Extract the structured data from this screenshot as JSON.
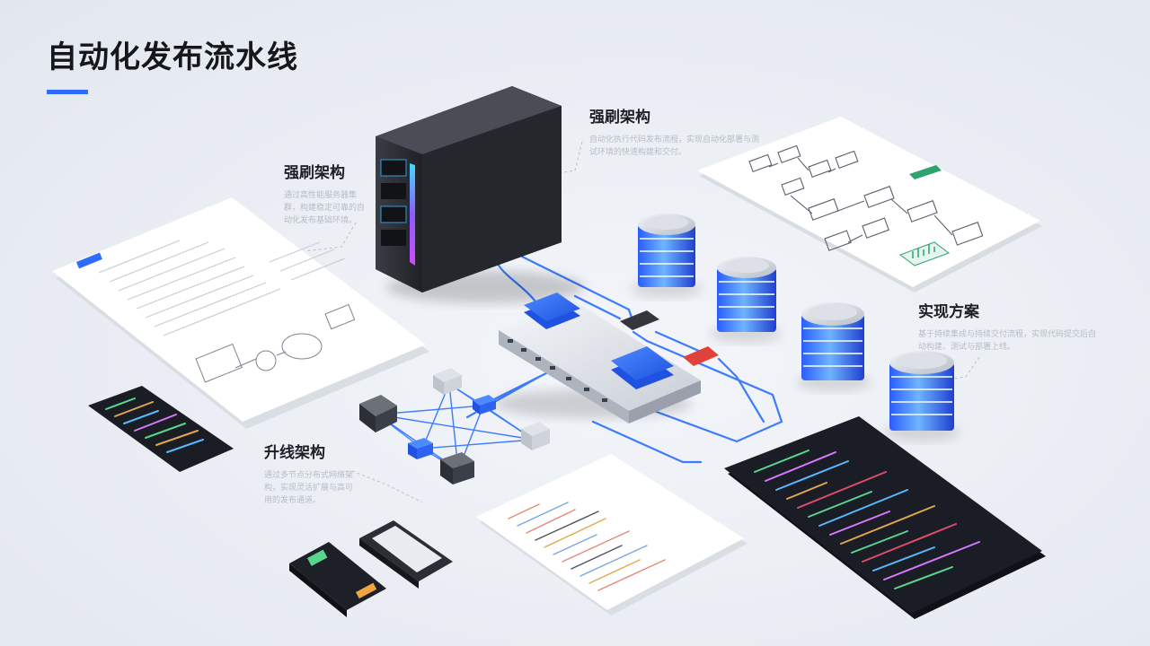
{
  "page": {
    "title": "自动化发布流水线"
  },
  "callouts": {
    "top_center": {
      "title": "强刷架构",
      "desc": "自动化执行代码发布流程，实现自动化部署与测试环境的快速构建和交付。"
    },
    "left_server": {
      "title": "强刷架构",
      "desc": "通过高性能服务器集群，构建稳定可靠的自动化发布基础环境。"
    },
    "right": {
      "title": "实现方案",
      "desc": "基于持续集成与持续交付流程，实现代码提交后自动构建、测试与部署上线。"
    },
    "bottom_left": {
      "title": "升线架构",
      "desc": "通过多节点分布式网络架构，实现灵活扩展与高可用的发布通道。"
    }
  },
  "colors": {
    "accent": "#2f6bff",
    "link": "#3d7bff",
    "server": "#2b2d33"
  }
}
